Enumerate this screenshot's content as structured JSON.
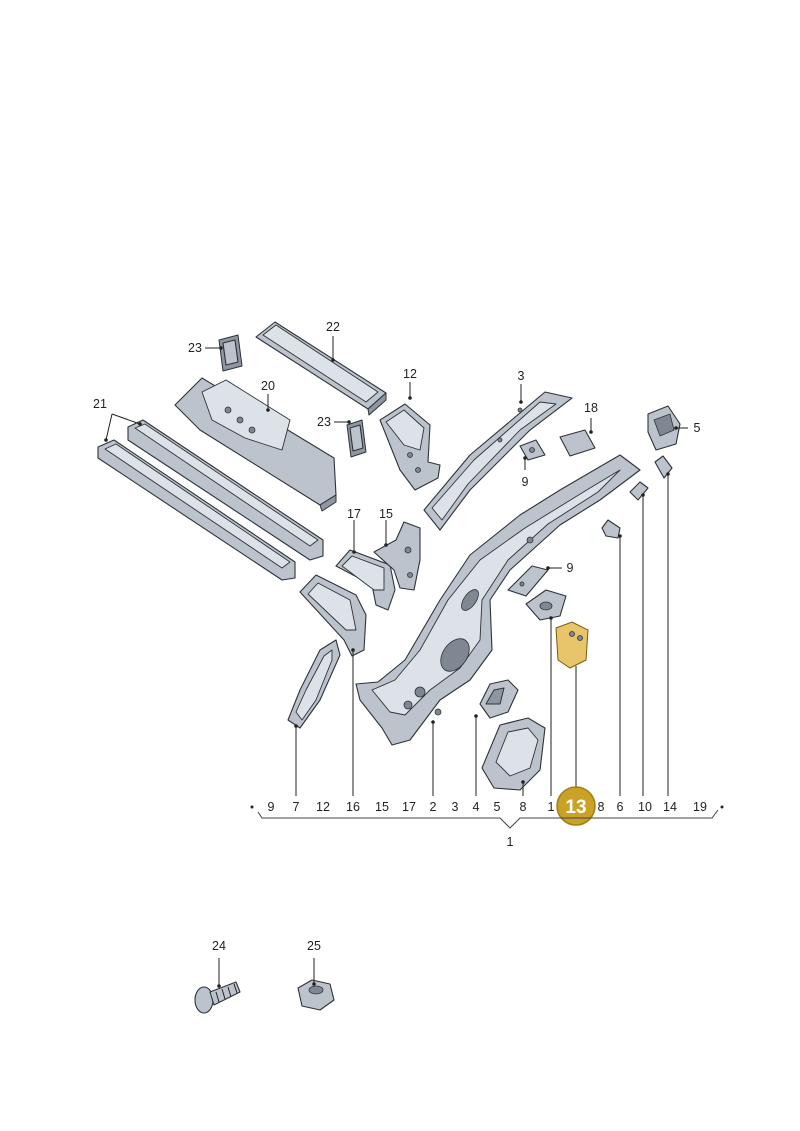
{
  "diagram": {
    "callouts": {
      "c23a": "23",
      "c22": "22",
      "c20": "20",
      "c21": "21",
      "c12": "12",
      "c23b": "23",
      "c3": "3",
      "c18": "18",
      "c5": "5",
      "c9a": "9",
      "c17": "17",
      "c15": "15",
      "c9b": "9",
      "c24": "24",
      "c25": "25",
      "c1_bottom": "1"
    },
    "reference_row": [
      "9",
      "7",
      "12",
      "16",
      "15",
      "17",
      "2",
      "3",
      "4",
      "5",
      "8",
      "1",
      "13",
      "8",
      "6",
      "10",
      "14",
      "19"
    ],
    "highlight": {
      "label": "13",
      "color": "#c9a227"
    }
  }
}
